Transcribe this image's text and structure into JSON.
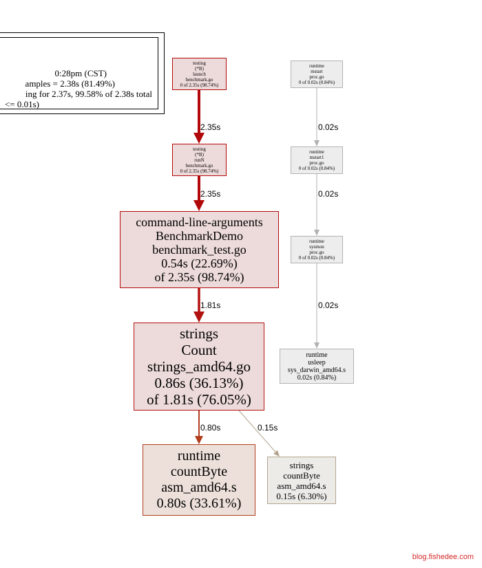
{
  "legend": {
    "lines": [
      "0:28pm (CST)",
      "amples = 2.38s (81.49%)",
      "ing for 2.37s, 99.58% of 2.38s total",
      "<= 0.01s)"
    ]
  },
  "nodes": {
    "testing_launch": [
      "testing",
      "(*B)",
      "launch",
      "benchmark.go",
      "0 of 2.35s (98.74%)"
    ],
    "testing_runN": [
      "testing",
      "(*B)",
      "runN",
      "benchmark.go",
      "0 of 2.35s (98.74%)"
    ],
    "benchmark_demo": [
      "command-line-arguments",
      "BenchmarkDemo",
      "benchmark_test.go",
      "0.54s (22.69%)",
      "of 2.35s (98.74%)"
    ],
    "strings_count": [
      "strings",
      "Count",
      "strings_amd64.go",
      "0.86s (36.13%)",
      "of 1.81s (76.05%)"
    ],
    "runtime_countbyte": [
      "runtime",
      "countByte",
      "asm_amd64.s",
      "0.80s (33.61%)"
    ],
    "strings_countbyte": [
      "strings",
      "countByte",
      "asm_amd64.s",
      "0.15s (6.30%)"
    ],
    "runtime_mstart": [
      "runtime",
      "mstart",
      "proc.go",
      "0 of 0.02s (0.84%)"
    ],
    "runtime_mstart1": [
      "runtime",
      "mstart1",
      "proc.go",
      "0 of 0.02s (0.84%)"
    ],
    "runtime_sysmon": [
      "runtime",
      "sysmon",
      "proc.go",
      "0 of 0.02s (0.84%)"
    ],
    "runtime_usleep": [
      "runtime",
      "usleep",
      "sys_darwin_amd64.s",
      "0.02s (0.84%)"
    ]
  },
  "edges": [
    {
      "from": "testing_launch",
      "to": "testing_runN",
      "label": "2.35s",
      "color": "#b2080a"
    },
    {
      "from": "testing_runN",
      "to": "benchmark_demo",
      "label": "2.35s",
      "color": "#b2080a"
    },
    {
      "from": "benchmark_demo",
      "to": "strings_count",
      "label": "1.81s",
      "color": "#b2120f"
    },
    {
      "from": "strings_count",
      "to": "runtime_countbyte",
      "label": "0.80s",
      "color": "#b23c1c"
    },
    {
      "from": "strings_count",
      "to": "strings_countbyte",
      "label": "0.15s",
      "color": "#b2a48c"
    },
    {
      "from": "runtime_mstart",
      "to": "runtime_mstart1",
      "label": "0.02s",
      "color": "#b2b2b2"
    },
    {
      "from": "runtime_mstart1",
      "to": "runtime_sysmon",
      "label": "0.02s",
      "color": "#b2b2b2"
    },
    {
      "from": "runtime_sysmon",
      "to": "runtime_usleep",
      "label": "0.02s",
      "color": "#b2b2b2"
    }
  ],
  "watermark": "blog.fishedee.com"
}
